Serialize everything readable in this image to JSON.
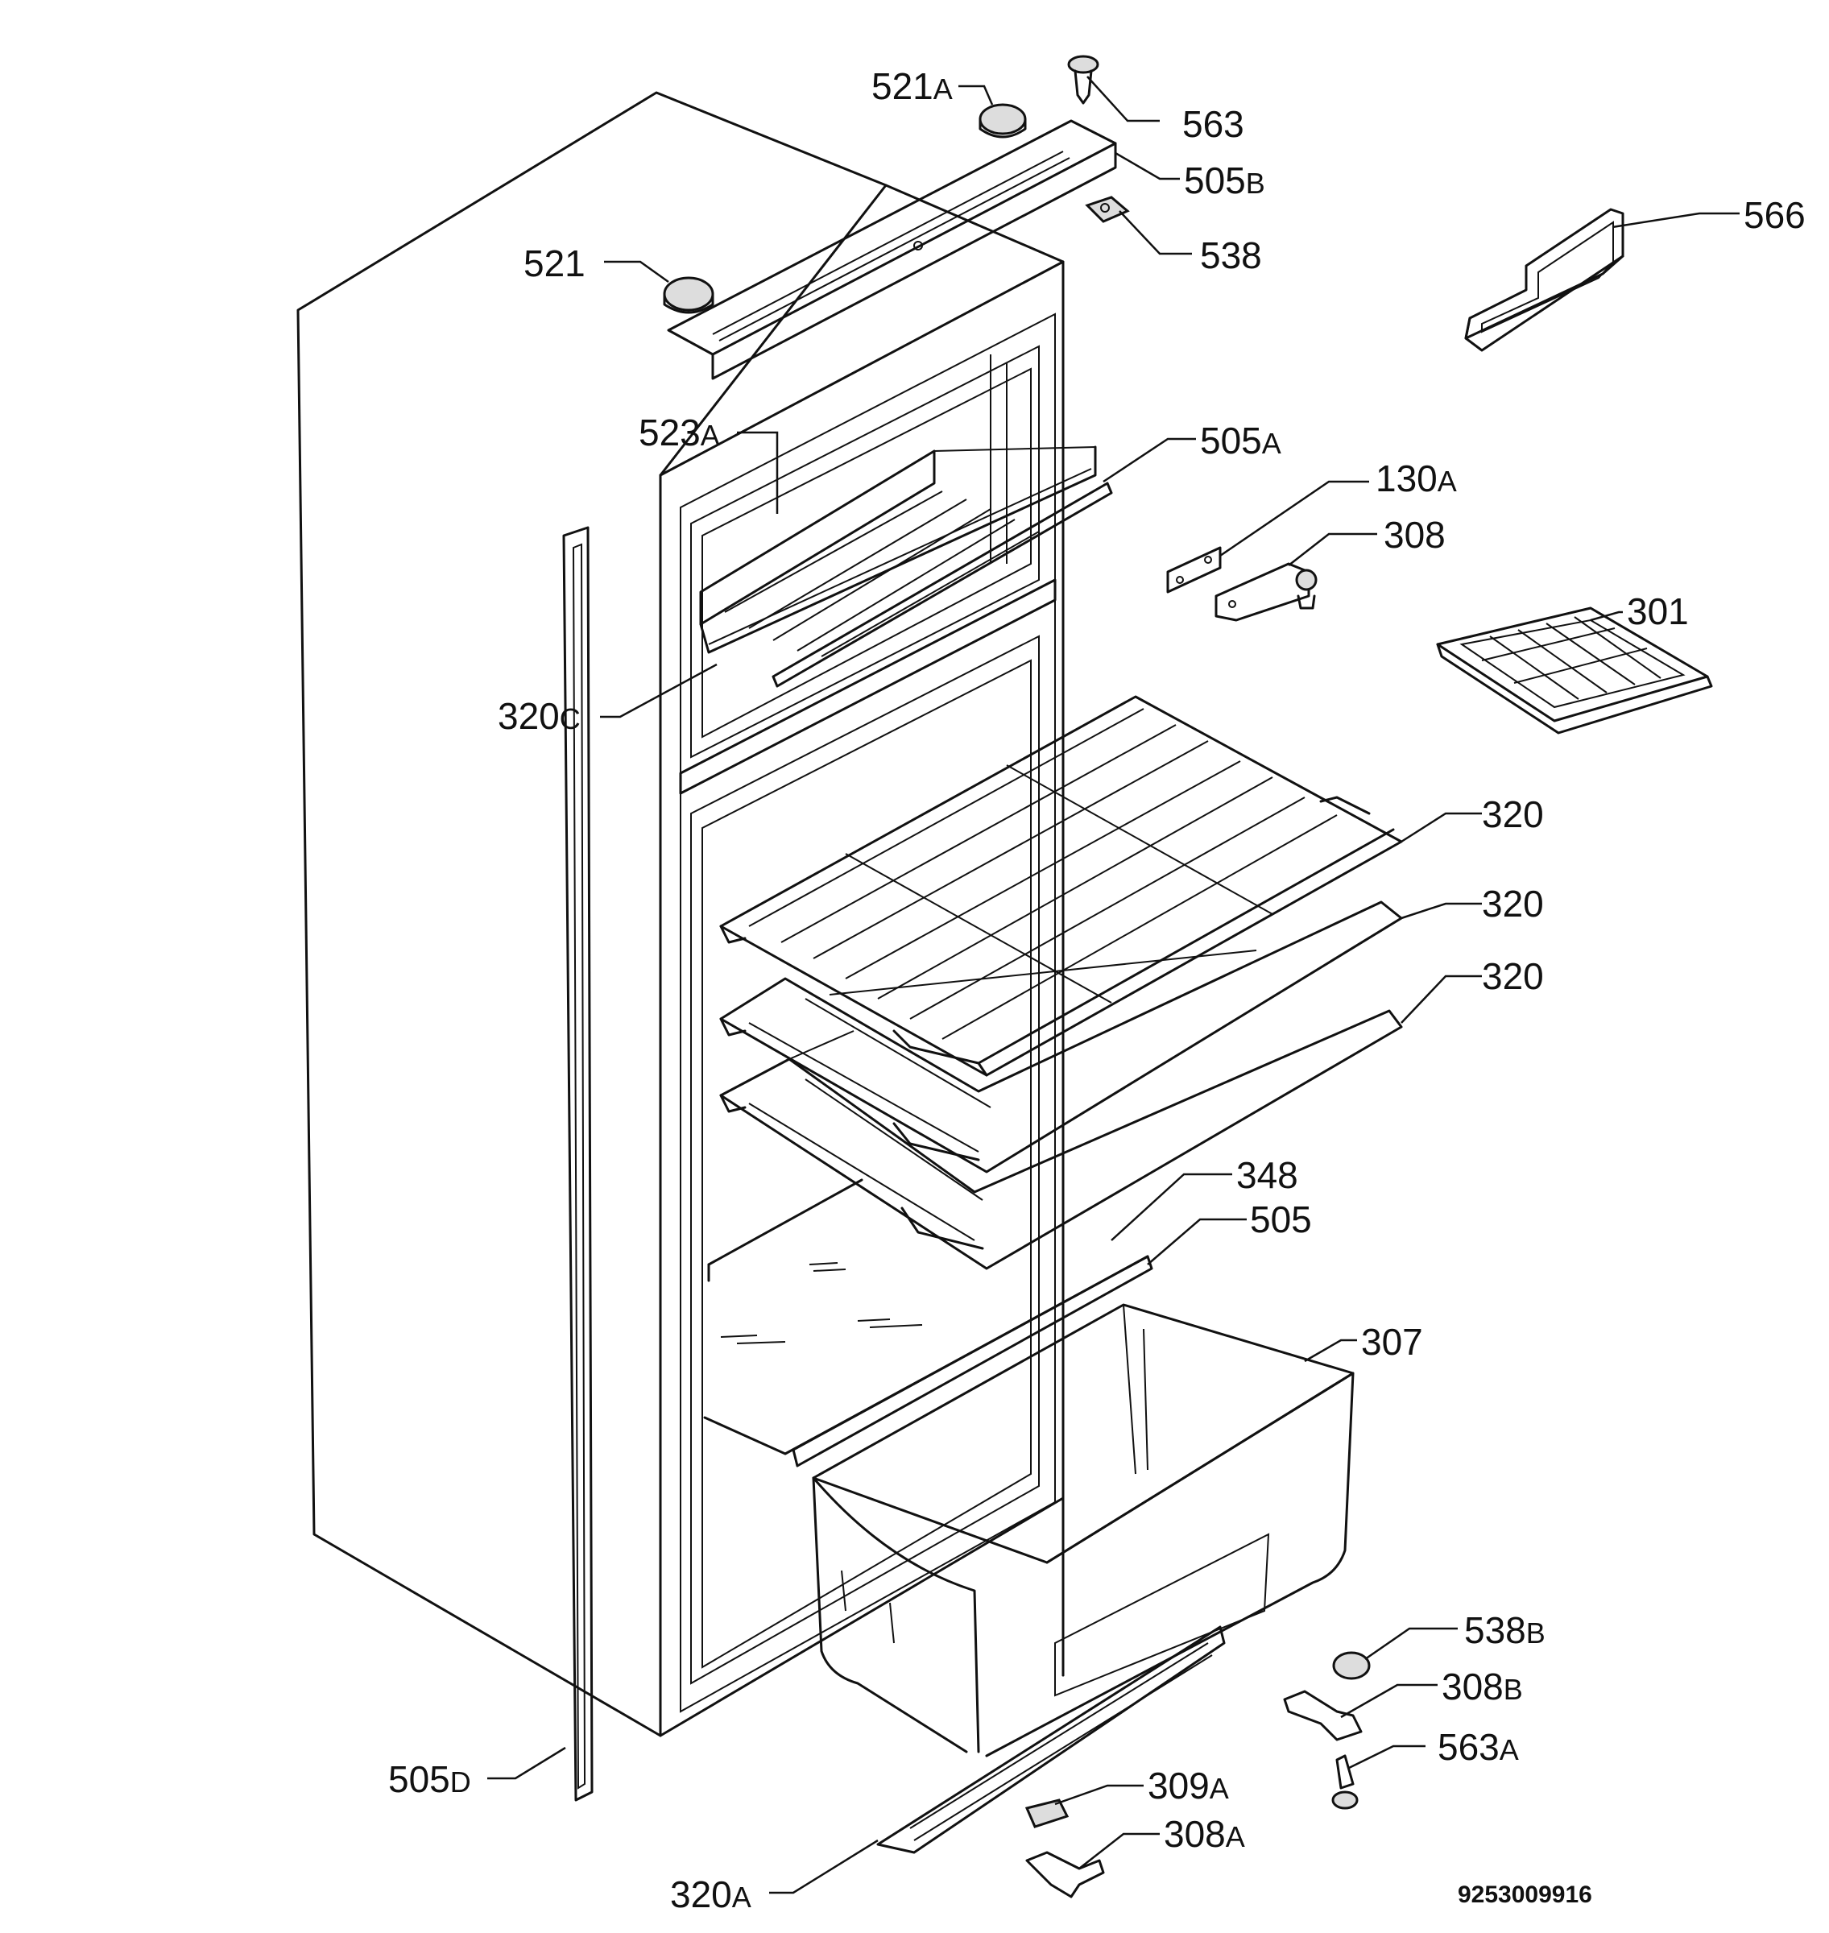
{
  "document_number": "9253009916",
  "labels": [
    {
      "id": "l-521A",
      "main": "521",
      "suffix": "A"
    },
    {
      "id": "l-563",
      "main": "563",
      "suffix": ""
    },
    {
      "id": "l-505B",
      "main": "505",
      "suffix": "B"
    },
    {
      "id": "l-538",
      "main": "538",
      "suffix": ""
    },
    {
      "id": "l-566",
      "main": "566",
      "suffix": ""
    },
    {
      "id": "l-521",
      "main": "521",
      "suffix": ""
    },
    {
      "id": "l-523A",
      "main": "523",
      "suffix": "A"
    },
    {
      "id": "l-505A",
      "main": "505",
      "suffix": "A"
    },
    {
      "id": "l-130A",
      "main": "130",
      "suffix": "A"
    },
    {
      "id": "l-308",
      "main": "308",
      "suffix": ""
    },
    {
      "id": "l-301",
      "main": "301",
      "suffix": ""
    },
    {
      "id": "l-320C",
      "main": "320",
      "suffix": "C"
    },
    {
      "id": "l-320-1",
      "main": "320",
      "suffix": ""
    },
    {
      "id": "l-320-2",
      "main": "320",
      "suffix": ""
    },
    {
      "id": "l-320-3",
      "main": "320",
      "suffix": ""
    },
    {
      "id": "l-348",
      "main": "348",
      "suffix": ""
    },
    {
      "id": "l-505",
      "main": "505",
      "suffix": ""
    },
    {
      "id": "l-307",
      "main": "307",
      "suffix": ""
    },
    {
      "id": "l-538B",
      "main": "538",
      "suffix": "B"
    },
    {
      "id": "l-308B",
      "main": "308",
      "suffix": "B"
    },
    {
      "id": "l-563A",
      "main": "563",
      "suffix": "A"
    },
    {
      "id": "l-505D",
      "main": "505",
      "suffix": "D"
    },
    {
      "id": "l-309A",
      "main": "309",
      "suffix": "A"
    },
    {
      "id": "l-308A",
      "main": "308",
      "suffix": "A"
    },
    {
      "id": "l-320A",
      "main": "320",
      "suffix": "A"
    }
  ]
}
